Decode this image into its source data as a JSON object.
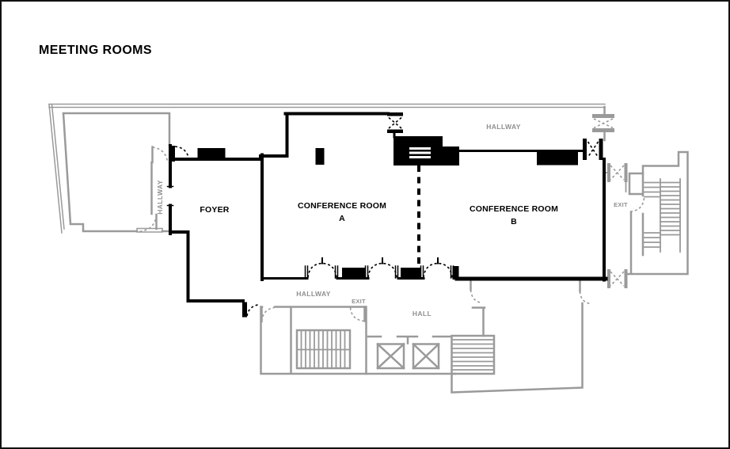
{
  "title": "MEETING ROOMS",
  "colors": {
    "suite_walls": "#000000",
    "context_outline": "#9a9a9a",
    "context_label": "#8f8f8f",
    "background": "#ffffff"
  },
  "rooms": {
    "foyer": {
      "label": "FOYER"
    },
    "conference_a": {
      "label_line1": "CONFERENCE ROOM",
      "label_line2": "A"
    },
    "conference_b": {
      "label_line1": "CONFERENCE ROOM",
      "label_line2": "B"
    }
  },
  "corridors": {
    "hallway_top": {
      "label": "HALLWAY"
    },
    "hallway_left": {
      "label": "HALLWAY"
    },
    "hallway_bottom": {
      "label": "HALLWAY"
    },
    "hall": {
      "label": "HALL"
    }
  },
  "exits": {
    "exit_right": {
      "label": "EXIT"
    },
    "exit_bottom": {
      "label": "EXIT"
    }
  }
}
